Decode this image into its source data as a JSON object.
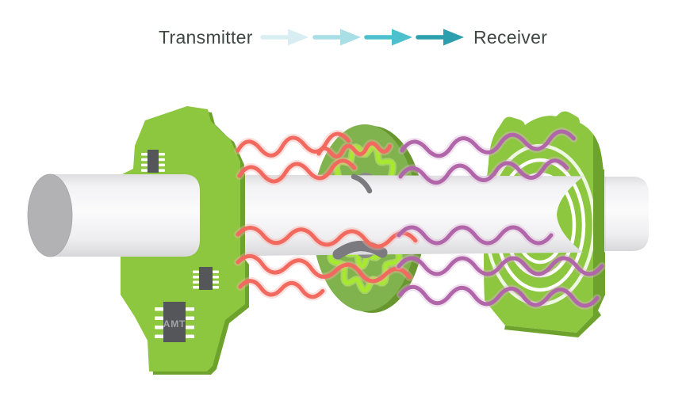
{
  "legend": {
    "transmitter_label": "Transmitter",
    "receiver_label": "Receiver",
    "arrow_colors": [
      "#d9eef2",
      "#a8dee5",
      "#4cc1cd",
      "#2b9fae"
    ]
  },
  "components": {
    "transmitter_pcb": {
      "chip_label": "AMT"
    },
    "rotor_disc": {},
    "receiver_coil_pcb": {},
    "shaft": {}
  },
  "colors": {
    "pcb_green": "#8dc63f",
    "pcb_green_dark": "#6da32c",
    "disc_green": "#80b24d",
    "disc_green_dark": "#68962f",
    "trace_lime": "#a6e92f",
    "trace_lime_glow": "#ccf07c",
    "wave_red": "#f2695f",
    "wave_red_glow": "#f9b0a8",
    "wave_purple": "#b066a9",
    "wave_purple_glow": "#ddb4d8",
    "ring_white": "#ffffff",
    "label_text": "#3f4743",
    "chip_body": "#55565a",
    "chip_pin": "#ffffff",
    "chip_label_text": "#a4a4a6",
    "shaft_cap": "#b2b2b5",
    "hub_gray": "#7b7b7f"
  }
}
